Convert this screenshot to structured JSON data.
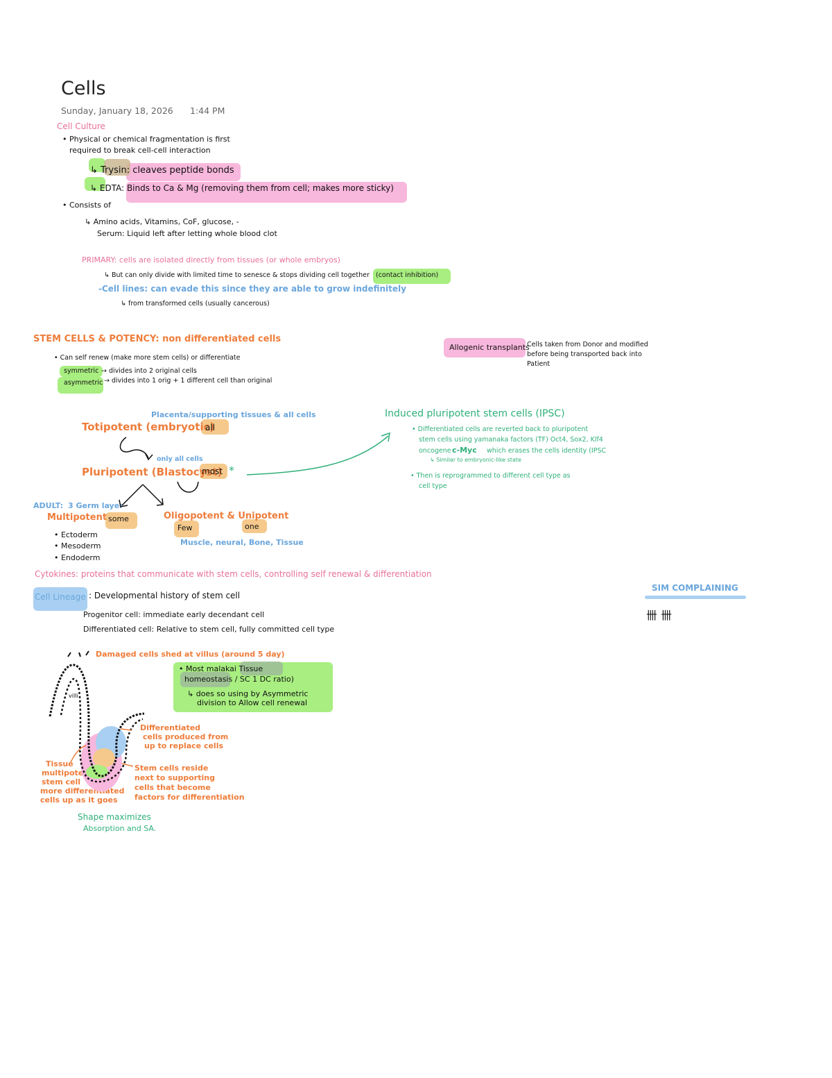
{
  "header": {
    "title": "Cells",
    "date": "Sunday, January 18, 2026",
    "time": "1:44 PM"
  },
  "culture": {
    "heading": "Cell Culture",
    "bullet1_line1": "• Physical or chemical fragmentation is first",
    "bullet1_line2": "required to break cell-cell interaction",
    "trypsin": "↳ Trysin: cleaves peptide bonds",
    "edta": "↳ EDTA: Binds to Ca & Mg (removing them from cell; makes more sticky)",
    "bullet2": "• Consists of",
    "consists_line1": "↳ Amino acids, Vitamins, CoF, glucose, -",
    "consists_line2": "Serum: Liquid left after letting whole blood clot",
    "primary": "PRIMARY: cells are isolated directly from tissues (or whole embryos)",
    "primary_sub": "↳ But can only divide with limited time to senesce & stops dividing cell together",
    "contact": "(contact inhibition)",
    "cell_lines": "-Cell lines: can evade this since they are able to grow indefinitely",
    "cell_lines_sub": "↳ from transformed cells (usually cancerous)"
  },
  "stem": {
    "heading": "STEM CELLS & POTENCY: non differentiated cells",
    "line1": "• Can self renew (make more stem cells) or differentiate",
    "symmetric": "symmetric",
    "symmetric_text": "→ divides into 2 original cells",
    "asymmetric": "asymmetric",
    "asymmetric_text": "→ divides into 1 orig + 1 different cell than original",
    "placenta": "Placenta/supporting tissues & all cells",
    "totipotent": "Totipotent (embryotic)",
    "all": "all",
    "only_cells": "only all cells",
    "pluripotent": "Pluripotent (Blastocyst)",
    "most": "most",
    "star": "*",
    "adult": "ADULT:",
    "adult_sub": "3 Germ layer",
    "multipotent": "Multipotent",
    "some": "some",
    "oligopotent": "Oligopotent & Unipotent",
    "few": "Few",
    "one": "one",
    "oligo_examples": "Muscle, neural, Bone, Tissue",
    "ecto": "• Ectoderm",
    "meso": "• Mesoderm",
    "endo": "• Endoderm"
  },
  "allogenic": {
    "label": "Allogenic transplants",
    "text_line1": "Cells taken from Donor and modified",
    "text_line2": "before being transported back into",
    "text_line3": "Patient"
  },
  "ipsc": {
    "title": "Induced pluripotent stem cells (IPSC)",
    "b1_line1": "• Differentiated cells are reverted back to pluripotent",
    "b1_line2": "stem cells using yamanaka factors (TF) Oct4, Sox2, Klf4",
    "b1_line3_a": "oncogene",
    "b1_line3_b": "c-Myc",
    "b1_line3_c": "which erases the cells identity (IPSC",
    "b1_line4": "↳ Similar to embryonic-like state",
    "b2_line1": "• Then is reprogrammed to different cell type as",
    "b2_line2": "cell type"
  },
  "cytokines": "Cytokines: proteins that communicate with stem cells, controlling self renewal & differentiation",
  "lineage": {
    "label": "Cell Lineage",
    "text": ": Developmental history of stem cell",
    "progenitor": "Progenitor cell: immediate early decendant cell",
    "differentiated": "Differentiated cell: Relative to stem cell, fully committed cell type"
  },
  "sim": {
    "title": "SIM COMPLAINING",
    "tally": "卌 卌"
  },
  "intestine": {
    "shed": "Damaged cells shed at villus (around 5 day)",
    "villus_label": "villi",
    "most_malakai_line1": "• Most malakai Tissue",
    "homeostasis": "homeostasis / SC 1 DC ratio)",
    "does_line1": "↳ does so using by Asymmetric",
    "does_line2": "division to Allow cell renewal",
    "diff_line1": "Differentiated",
    "diff_line2": "cells produced from",
    "diff_line3": "up to replace cells",
    "tissue_line1": "Tissue",
    "tissue_line2": "multipotent",
    "tissue_line3": "stem cell",
    "tissue_line4": "more differentiated",
    "tissue_line5": "cells up as it goes",
    "stem_line1": "Stem cells reside",
    "stem_line2": "next to supporting",
    "stem_line3": "cells that become",
    "stem_line4": "factors for differentiation",
    "shape_line1": "Shape maximizes",
    "shape_line2": "Absorption and SA."
  },
  "colors": {
    "pink": "#e8709a",
    "orange": "#ee7d3b",
    "blue": "#6aa6dc",
    "green": "#2fb07a",
    "highlight_pink": "#f8b7dd",
    "highlight_green": "#a8ee80",
    "highlight_orange": "#f5c98c",
    "highlight_blue": "#a9d0f2"
  }
}
